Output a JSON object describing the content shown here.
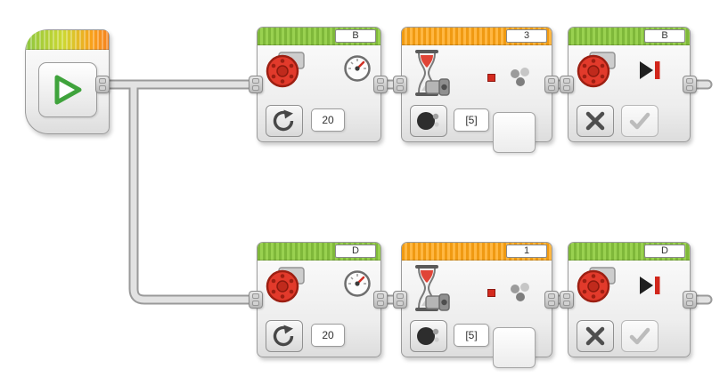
{
  "colors": {
    "action_green": "#8CC63E",
    "flow_orange": "#F9A01B",
    "motor_red": "#D8342C",
    "wire_gray": "#9A9A9A",
    "start_triangle_green": "#3FA33C"
  },
  "icons": {
    "start": "play-icon",
    "large_motor": "large-motor-icon",
    "power_gauge": "speedometer-icon",
    "rotations_mode": "rotate-arrow-icon",
    "wait": "hourglass-icon",
    "sensor": "sensor-icon",
    "compare_state": "red-square-icon",
    "color_set": "dots-icon",
    "compare_mode": "compare-color-icon",
    "stop": "play-stop-bar-icon",
    "off_mode": "x-icon",
    "brake": "check-icon"
  },
  "program": {
    "rows": [
      {
        "motor_on": {
          "port": "B",
          "power": "20"
        },
        "wait": {
          "port": "3",
          "threshold": "[5]"
        },
        "motor_off": {
          "port": "B"
        }
      },
      {
        "motor_on": {
          "port": "D",
          "power": "20"
        },
        "wait": {
          "port": "1",
          "threshold": "[5]"
        },
        "motor_off": {
          "port": "D"
        }
      }
    ]
  }
}
